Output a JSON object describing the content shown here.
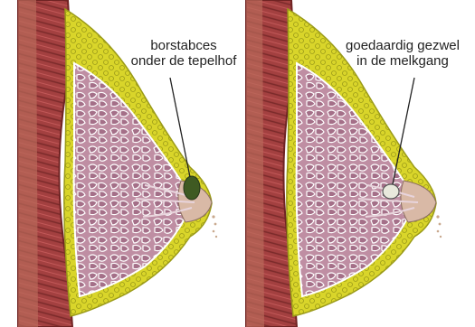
{
  "figures": [
    {
      "id": "left",
      "label_lines": [
        "borstabces",
        "onder de tepelhof"
      ]
    },
    {
      "id": "right",
      "label_lines": [
        "goedaardig gezwel",
        "in de melkgang"
      ]
    }
  ],
  "colors": {
    "muscle": "#a34040",
    "muscle_dark": "#6f2323",
    "fat": "#d9d52a",
    "fat_dark": "#9a9a18",
    "gland": "#bf8ea3",
    "gland_lobe": "#a46f88",
    "lobe_outline": "#ffffff",
    "nipple": "#d9b9a6",
    "abscess": "#3f5a22",
    "tumor": "#e8e8dc",
    "leader": "#222222"
  }
}
